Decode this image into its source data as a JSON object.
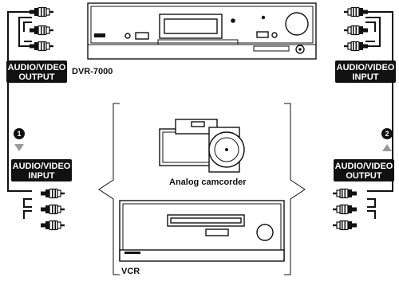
{
  "labels": {
    "top_left": [
      "AUDIO/VIDEO",
      "OUTPUT"
    ],
    "top_right": [
      "AUDIO/VIDEO",
      "INPUT"
    ],
    "mid_left": [
      "AUDIO/VIDEO",
      "INPUT"
    ],
    "mid_right": [
      "AUDIO/VIDEO",
      "OUTPUT"
    ],
    "recorder": "DVR-7000",
    "camcorder": "Analog camcorder",
    "vcr": "VCR"
  },
  "markers": {
    "step1": "1",
    "step2": "2"
  },
  "icons": {
    "recorder": "dvd-recorder-icon",
    "camcorder": "camcorder-icon",
    "vcr": "vcr-icon",
    "plug": "rca-plug-icon"
  },
  "colors": {
    "line": "#111111",
    "label_bg": "#111111",
    "label_text": "#ffffff",
    "arrow": "#9a9a9a"
  }
}
